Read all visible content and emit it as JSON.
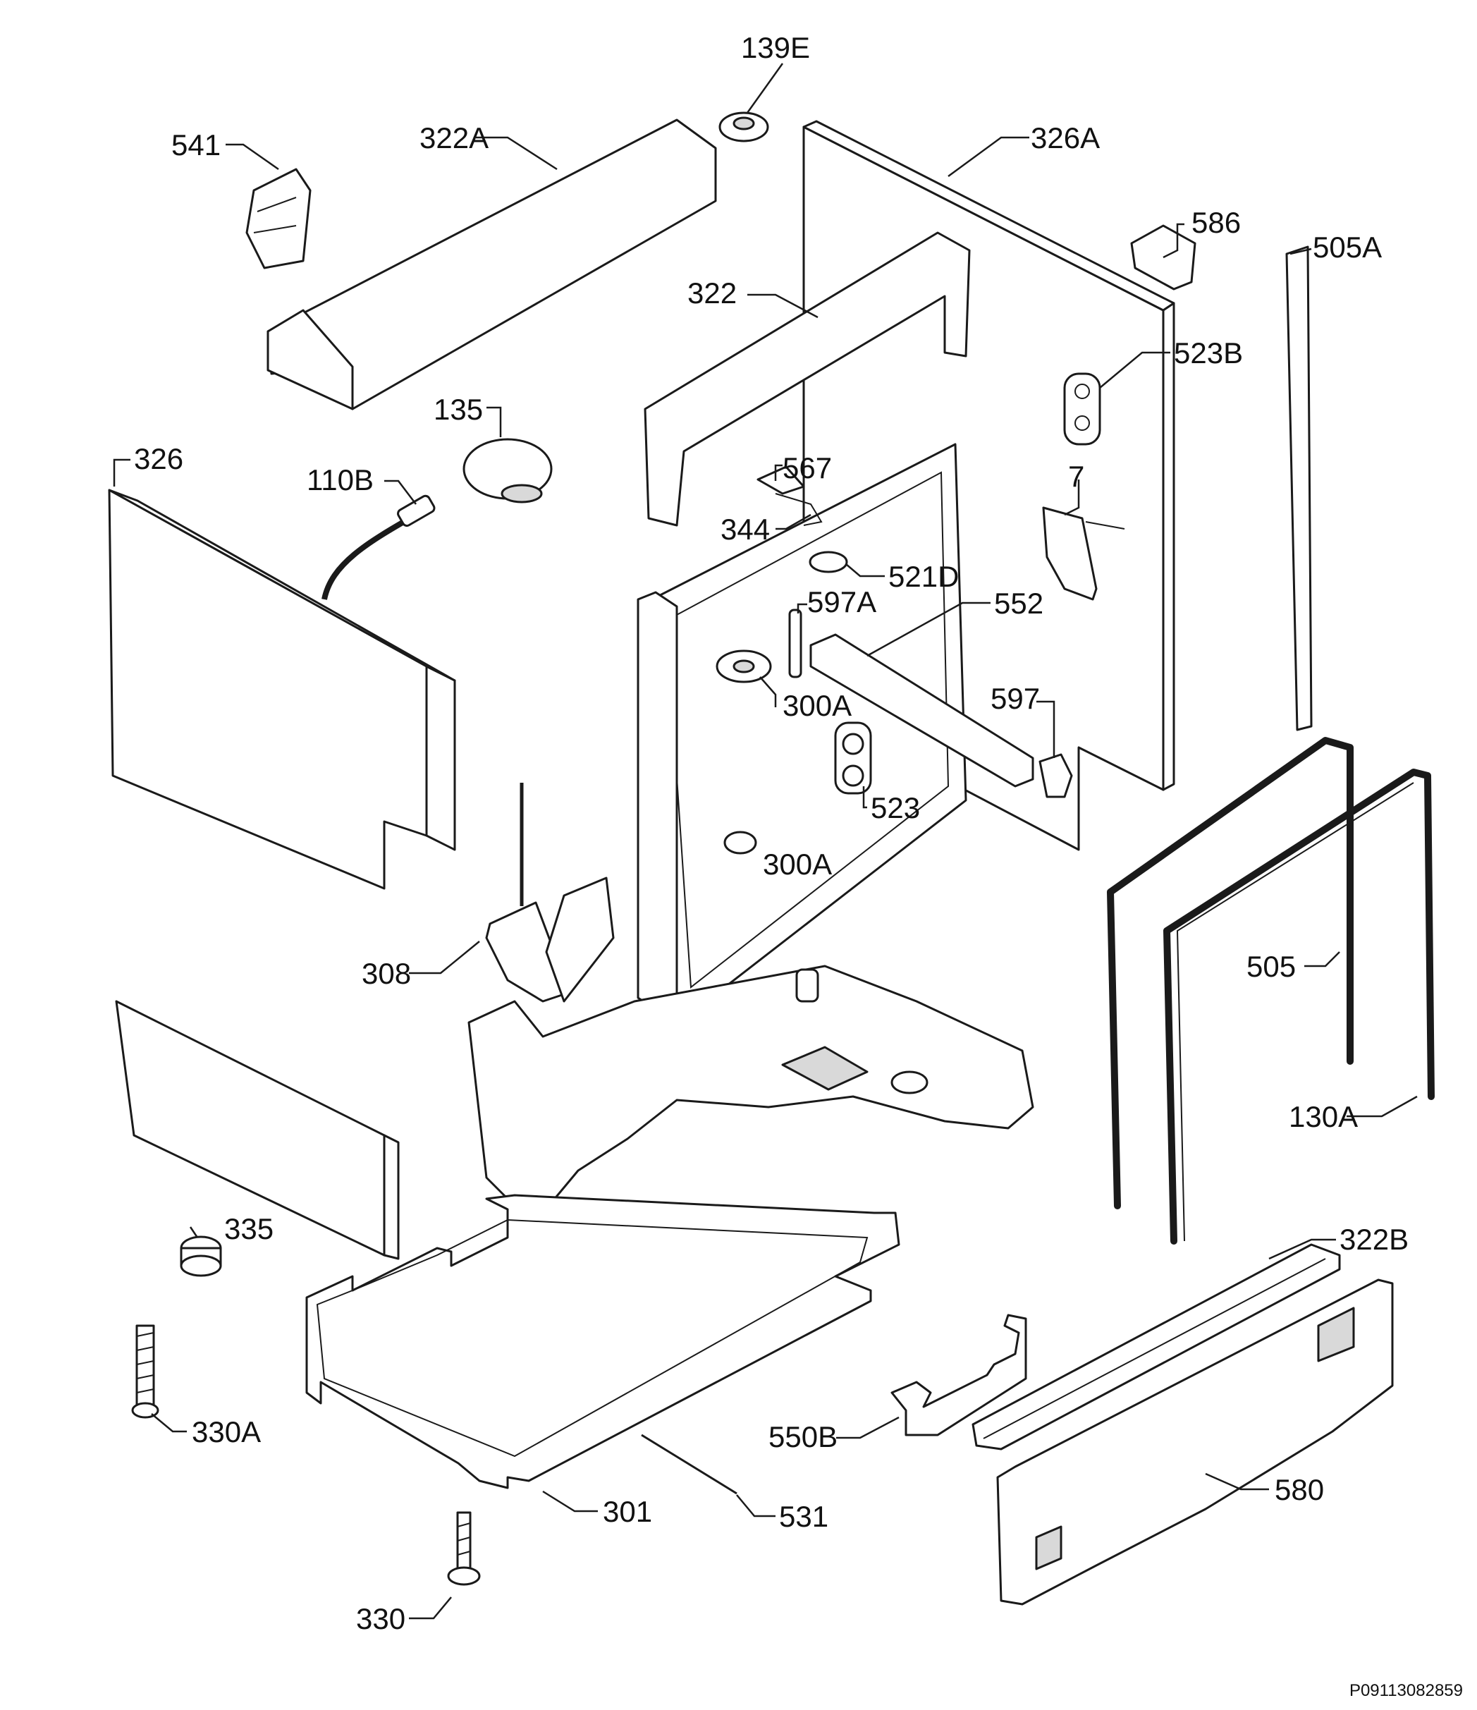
{
  "labels": {
    "l139E": "139E",
    "l541": "541",
    "l322A": "322A",
    "l326A": "326A",
    "l586": "586",
    "l505A": "505A",
    "l322": "322",
    "l523B": "523B",
    "l135": "135",
    "l326": "326",
    "l110B": "110B",
    "l567": "567",
    "l7": "7",
    "l344": "344",
    "l521D": "521D",
    "l597A": "597A",
    "l552": "552",
    "l300A_top": "300A",
    "l597": "597",
    "l523": "523",
    "l300A_mid": "300A",
    "l308": "308",
    "l505": "505",
    "l130A": "130A",
    "l335": "335",
    "l322B": "322B",
    "l330A": "330A",
    "l550B": "550B",
    "l580": "580",
    "l301": "301",
    "l531": "531",
    "l330": "330"
  },
  "drawing_code": "P09113082859"
}
